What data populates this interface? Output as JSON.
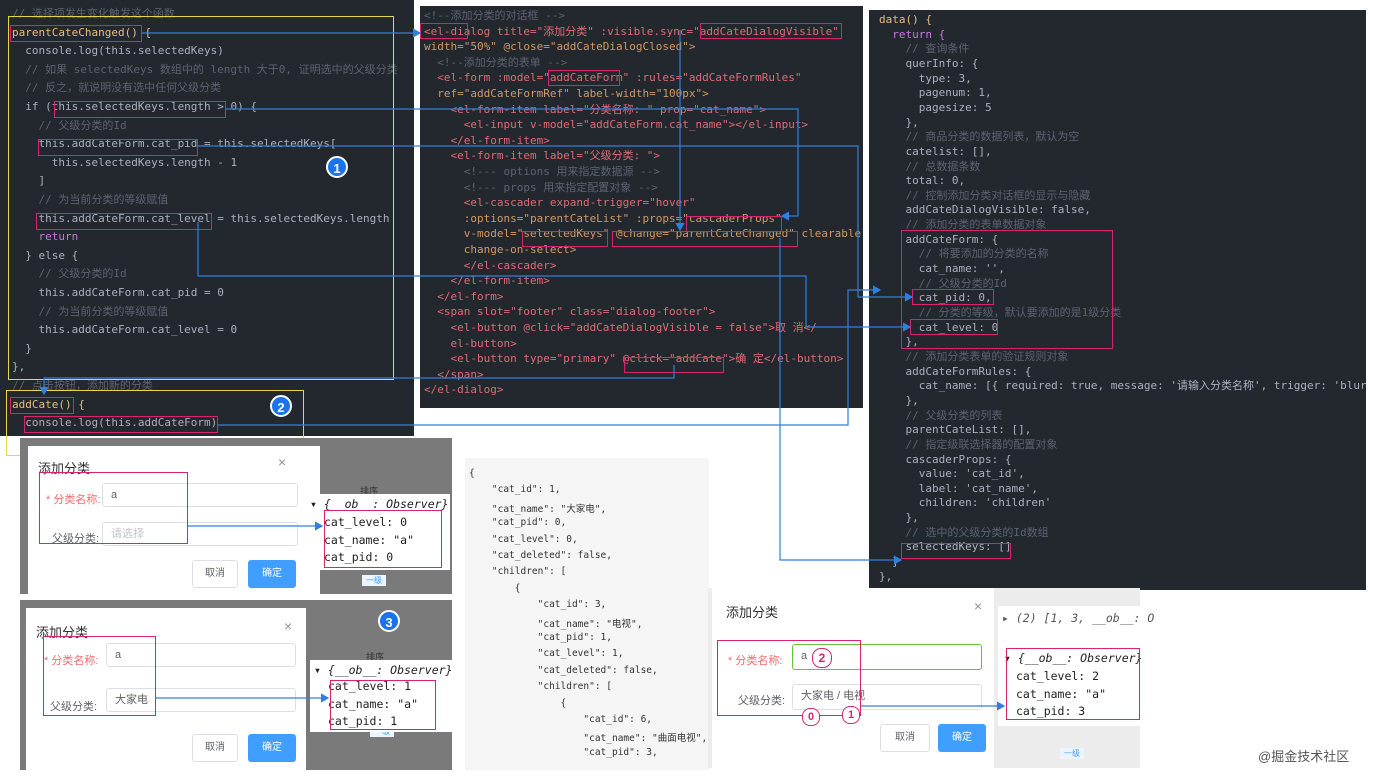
{
  "panel1": {
    "lines": [
      {
        "c": "cm",
        "t": "// 选择项发生变化触发这个函数"
      },
      {
        "c": "fn",
        "t": "parentCateChanged() {"
      },
      {
        "c": "pl",
        "t": "  console.log(this.selectedKeys)"
      },
      {
        "c": "cm",
        "t": "  // 如果 selectedKeys 数组中的 length 大于0, 证明选中的父级分类"
      },
      {
        "c": "cm",
        "t": "  // 反之，就说明没有选中任何父级分类"
      },
      {
        "c": "pl",
        "t": "  if (this.selectedKeys.length > 0) {"
      },
      {
        "c": "cm",
        "t": "    // 父级分类的Id"
      },
      {
        "c": "pl",
        "t": "    this.addCateForm.cat_pid = this.selectedKeys["
      },
      {
        "c": "pl",
        "t": "      this.selectedKeys.length - 1"
      },
      {
        "c": "pl",
        "t": "    ]"
      },
      {
        "c": "cm",
        "t": "    // 为当前分类的等级赋值"
      },
      {
        "c": "pl",
        "t": "    this.addCateForm.cat_level = this.selectedKeys.length"
      },
      {
        "c": "kw",
        "t": "    return"
      },
      {
        "c": "pl",
        "t": "  } else {"
      },
      {
        "c": "cm",
        "t": "    // 父级分类的Id"
      },
      {
        "c": "pl",
        "t": "    this.addCateForm.cat_pid = 0"
      },
      {
        "c": "cm",
        "t": "    // 为当前分类的等级赋值"
      },
      {
        "c": "pl",
        "t": "    this.addCateForm.cat_level = 0"
      },
      {
        "c": "pl",
        "t": "  }"
      },
      {
        "c": "pl",
        "t": "},"
      },
      {
        "c": "cm",
        "t": "// 点击按钮，添加新的分类"
      },
      {
        "c": "fn",
        "t": "addCate() {"
      },
      {
        "c": "pl",
        "t": "  console.log(this.addCateForm)"
      }
    ],
    "badge1": "1",
    "badge2": "2"
  },
  "panel2": {
    "lines": [
      {
        "c": "cm",
        "t": "<!--添加分类的对话框 -->"
      },
      {
        "c": "tag",
        "t": "<el-dialog title=\"添加分类\" :visible.sync=\"addCateDialogVisible\""
      },
      {
        "c": "at",
        "t": "width=\"50%\" @close=\"addCateDialogClosed\">"
      },
      {
        "c": "cm",
        "t": "  <!--添加分类的表单 -->"
      },
      {
        "c": "tag",
        "t": "  <el-form :model=\"addCateForm\" :rules=\"addCateFormRules\""
      },
      {
        "c": "at",
        "t": "  ref=\"addCateFormRef\" label-width=\"100px\">"
      },
      {
        "c": "tag",
        "t": "    <el-form-item label=\"分类名称: \" prop=\"cat_name\">"
      },
      {
        "c": "tag",
        "t": "      <el-input v-model=\"addCateForm.cat_name\"></el-input>"
      },
      {
        "c": "tag",
        "t": "    </el-form-item>"
      },
      {
        "c": "tag",
        "t": "    <el-form-item label=\"父级分类: \">"
      },
      {
        "c": "cm",
        "t": "      <!--- options 用来指定数据源 -->"
      },
      {
        "c": "cm",
        "t": "      <!--- props 用来指定配置对象 -->"
      },
      {
        "c": "tag",
        "t": "      <el-cascader expand-trigger=\"hover\""
      },
      {
        "c": "at",
        "t": "      :options=\"parentCateList\" :props=\"cascaderProps\""
      },
      {
        "c": "at",
        "t": "      v-model=\"selectedKeys\" @change=\"parentCateChanged\" clearable"
      },
      {
        "c": "at",
        "t": "      change-on-select>"
      },
      {
        "c": "tag",
        "t": "      </el-cascader>"
      },
      {
        "c": "tag",
        "t": "    </el-form-item>"
      },
      {
        "c": "tag",
        "t": "  </el-form>"
      },
      {
        "c": "tag",
        "t": "  <span slot=\"footer\" class=\"dialog-footer\">"
      },
      {
        "c": "tag",
        "t": "    <el-button @click=\"addCateDialogVisible = false\">取 消</"
      },
      {
        "c": "tag",
        "t": "    el-button>"
      },
      {
        "c": "tag",
        "t": "    <el-button type=\"primary\" @click=\"addCate\">确 定</el-button>"
      },
      {
        "c": "tag",
        "t": "  </span>"
      },
      {
        "c": "tag",
        "t": "</el-dialog>"
      }
    ]
  },
  "panel3": {
    "lines": [
      {
        "c": "fn",
        "t": "data() {"
      },
      {
        "c": "kw",
        "t": "  return {"
      },
      {
        "c": "cm",
        "t": "    // 查询条件"
      },
      {
        "c": "pl",
        "t": "    querInfo: {"
      },
      {
        "c": "pl",
        "t": "      type: 3,"
      },
      {
        "c": "pl",
        "t": "      pagenum: 1,"
      },
      {
        "c": "pl",
        "t": "      pagesize: 5"
      },
      {
        "c": "pl",
        "t": "    },"
      },
      {
        "c": "cm",
        "t": "    // 商品分类的数据列表，默认为空"
      },
      {
        "c": "pl",
        "t": "    catelist: [],"
      },
      {
        "c": "cm",
        "t": "    // 总数据条数"
      },
      {
        "c": "pl",
        "t": "    total: 0,"
      },
      {
        "c": "cm",
        "t": "    // 控制添加分类对话框的显示与隐藏"
      },
      {
        "c": "pl",
        "t": "    addCateDialogVisible: false,"
      },
      {
        "c": "cm",
        "t": "    // 添加分类的表单数据对象"
      },
      {
        "c": "pl",
        "t": "    addCateForm: {"
      },
      {
        "c": "cm",
        "t": "      // 将要添加的分类的名称"
      },
      {
        "c": "pl",
        "t": "      cat_name: '',"
      },
      {
        "c": "cm",
        "t": "      // 父级分类的Id"
      },
      {
        "c": "pl",
        "t": "      cat_pid: 0,"
      },
      {
        "c": "cm",
        "t": "      // 分类的等级，默认要添加的是1级分类"
      },
      {
        "c": "pl",
        "t": "      cat_level: 0"
      },
      {
        "c": "pl",
        "t": "    },"
      },
      {
        "c": "cm",
        "t": "    // 添加分类表单的验证规则对象"
      },
      {
        "c": "pl",
        "t": "    addCateFormRules: {"
      },
      {
        "c": "pl",
        "t": "      cat_name: [{ required: true, message: '请输入分类名称', trigger: 'blur' }]"
      },
      {
        "c": "pl",
        "t": "    },"
      },
      {
        "c": "cm",
        "t": "    // 父级分类的列表"
      },
      {
        "c": "pl",
        "t": "    parentCateList: [],"
      },
      {
        "c": "cm",
        "t": "    // 指定级联选择器的配置对象"
      },
      {
        "c": "pl",
        "t": "    cascaderProps: {"
      },
      {
        "c": "pl",
        "t": "      value: 'cat_id',"
      },
      {
        "c": "pl",
        "t": "      label: 'cat_name',"
      },
      {
        "c": "pl",
        "t": "      children: 'children'"
      },
      {
        "c": "pl",
        "t": "    },"
      },
      {
        "c": "cm",
        "t": "    // 选中的父级分类的Id数组"
      },
      {
        "c": "pl",
        "t": "    selectedKeys: []"
      },
      {
        "c": "pl",
        "t": "  }"
      },
      {
        "c": "pl",
        "t": "},"
      }
    ]
  },
  "dialog1": {
    "title": "添加分类",
    "close": "×",
    "name_label": "* 分类名称:",
    "name_value": "a",
    "parent_label": "父级分类:",
    "parent_placeholder": "请选择",
    "cancel": "取消",
    "confirm": "确定",
    "side_header": "排序",
    "side_tag": "一级"
  },
  "observer1": {
    "header": "▾ {__ob__: Observer}",
    "rows": [
      "cat_level: 0",
      "cat_name: \"a\"",
      "cat_pid: 0"
    ]
  },
  "dialog2": {
    "title": "添加分类",
    "close": "×",
    "name_label": "* 分类名称:",
    "name_value": "a",
    "parent_label": "父级分类:",
    "parent_value": "大家电",
    "cancel": "取消",
    "confirm": "确定",
    "badge3": "3",
    "side_header": "排序",
    "side_tag": "一级"
  },
  "observer2": {
    "header": "▾ {__ob__: Observer}",
    "rows": [
      "cat_level: 1",
      "cat_name: \"a\"",
      "cat_pid: 1"
    ]
  },
  "json": {
    "lines": [
      "{",
      "    \"cat_id\": 1,",
      "    \"cat_name\": \"大家电\",",
      "    \"cat_pid\": 0,",
      "    \"cat_level\": 0,",
      "    \"cat_deleted\": false,",
      "    \"children\": [",
      "        {",
      "            \"cat_id\": 3,",
      "            \"cat_name\": \"电视\",",
      "            \"cat_pid\": 1,",
      "            \"cat_level\": 1,",
      "            \"cat_deleted\": false,",
      "            \"children\": [",
      "                {",
      "                    \"cat_id\": 6,",
      "                    \"cat_name\": \"曲面电视\",",
      "                    \"cat_pid\": 3,"
    ]
  },
  "dialog3": {
    "title": "添加分类",
    "close": "×",
    "name_label": "* 分类名称:",
    "name_value": "a",
    "name_mark": "2",
    "parent_label": "父级分类:",
    "parent_value": "大家电 / 电视",
    "mark0": "0",
    "mark1": "1",
    "cancel": "取消",
    "confirm": "确定",
    "side_tag": "一级"
  },
  "observer3": {
    "top": "▸ (2) [1, 3, __ob__: O",
    "header": "▾ {__ob__: Observer}",
    "rows": [
      "cat_level: 2",
      "cat_name: \"a\"",
      "cat_pid: 3"
    ]
  },
  "watermark": "@掘金技术社区"
}
